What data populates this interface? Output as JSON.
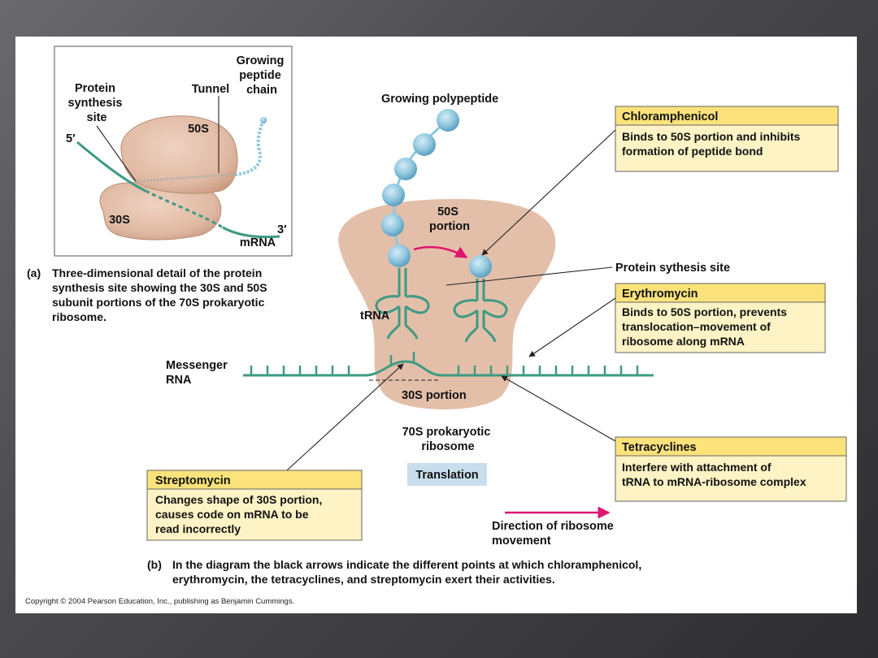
{
  "inset": {
    "growing_peptide_chain": [
      "Growing",
      "peptide",
      "chain"
    ],
    "tunnel": "Tunnel",
    "protein_synthesis_site": [
      "Protein",
      "synthesis",
      "site"
    ],
    "subunit_50s": "50S",
    "subunit_30s": "30S",
    "five_prime": "5′",
    "three_prime": "3′",
    "mrna": "mRNA"
  },
  "caption_a": {
    "letter": "(a)",
    "lines": [
      "Three-dimensional detail of the protein",
      "synthesis site showing the 30S and 50S",
      "subunit portions of the 70S prokaryotic",
      "ribosome."
    ]
  },
  "main": {
    "growing_polypeptide": "Growing polypeptide",
    "portion_50s": [
      "50S",
      "portion"
    ],
    "trna": "tRNA",
    "portion_30s": "30S portion",
    "messenger_rna": [
      "Messenger",
      "RNA"
    ],
    "ribosome_70s": [
      "70S prokaryotic",
      "ribosome"
    ],
    "translation": "Translation",
    "protein_synthesis_site": "Protein sythesis site",
    "direction": [
      "Direction of ribosome",
      "movement"
    ]
  },
  "antibiotics": {
    "chloramphenicol": {
      "name": "Chloramphenicol",
      "lines": [
        "Binds to 50S portion and inhibits",
        "formation of peptide bond"
      ]
    },
    "erythromycin": {
      "name": "Erythromycin",
      "lines": [
        "Binds to 50S portion, prevents",
        "translocation–movement of",
        "ribosome along mRNA"
      ]
    },
    "tetracyclines": {
      "name": "Tetracyclines",
      "lines": [
        "Interfere with attachment of",
        "tRNA to mRNA-ribosome complex"
      ]
    },
    "streptomycin": {
      "name": "Streptomycin",
      "lines": [
        "Changes shape of 30S portion,",
        "causes code on mRNA to be",
        "read incorrectly"
      ]
    }
  },
  "caption_b": {
    "letter": "(b)",
    "lines": [
      "In the diagram the black arrows indicate the different points at which chloramphenicol,",
      "erythromycin, the tetracyclines, and streptomycin exert their activities."
    ]
  },
  "copyright": "Copyright © 2004 Pearson Education, Inc., publishing as Benjamin Cummings.",
  "colors": {
    "ribosome": "#e3bfa9",
    "ribosome_dark": "#c79a85",
    "rna": "#3e9a82",
    "bead": "#8fc7df",
    "arrow_pink": "#e0156f",
    "box_head": "#fbe27a",
    "box_body": "#fdf3c4",
    "translation_bg": "#c9deed"
  }
}
